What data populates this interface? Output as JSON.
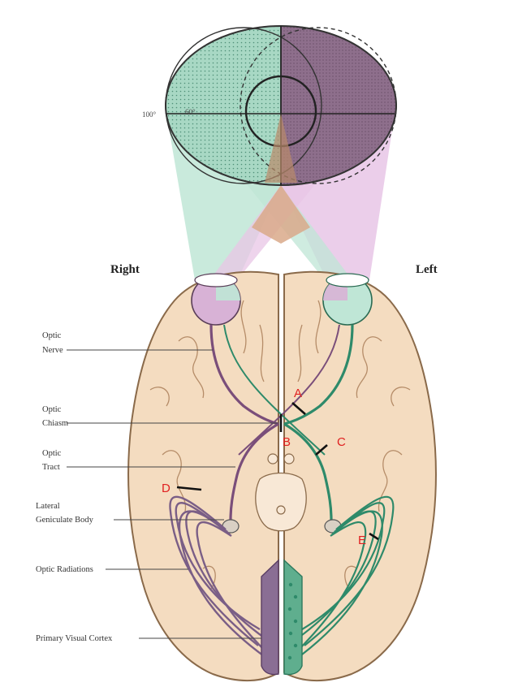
{
  "sides": {
    "right": "Right",
    "left": "Left"
  },
  "visual_field": {
    "deg_outer": "100°",
    "deg_inner": "60°"
  },
  "labels": {
    "optic_nerve": [
      "Optic",
      "Nerve"
    ],
    "optic_chiasm": [
      "Optic",
      "Chiasm"
    ],
    "optic_tract": [
      "Optic",
      "Tract"
    ],
    "lateral_geniculate": [
      "Lateral",
      "Geniculate Body"
    ],
    "optic_radiations": "Optic Radiations",
    "primary_visual_cortex": "Primary Visual Cortex"
  },
  "lesion_markers": {
    "a": "A",
    "b": "B",
    "c": "C",
    "d": "D",
    "e": "E"
  },
  "colors": {
    "right_pathway": "#7a4e7a",
    "left_pathway": "#2e8a6a",
    "right_field": "#9a7e98",
    "left_field": "#a8d8c4",
    "brain": "#f4dcc0",
    "marker": "#e02020"
  }
}
